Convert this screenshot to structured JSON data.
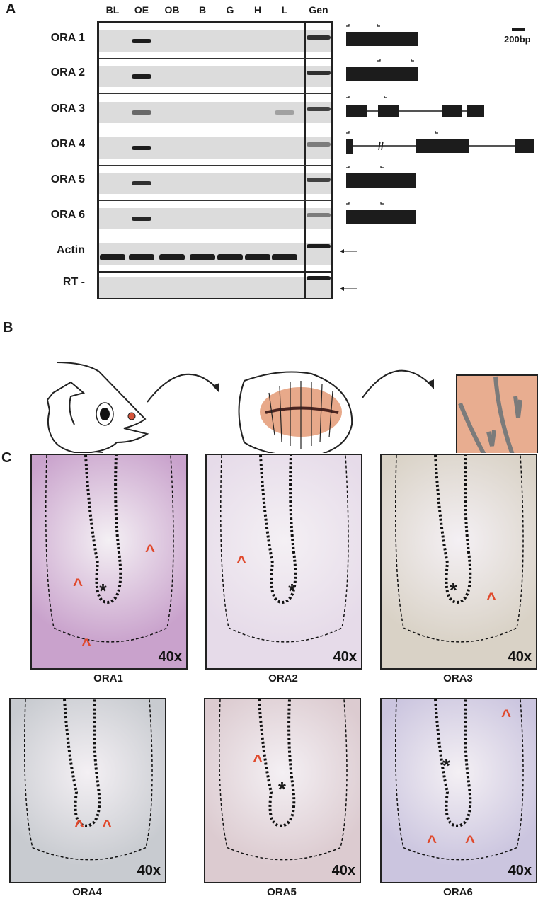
{
  "panels": {
    "a": "A",
    "b": "B",
    "c": "C"
  },
  "gel": {
    "lanes": [
      "BL",
      "OE",
      "OB",
      "B",
      "G",
      "H",
      "L",
      "Gen"
    ],
    "rows": [
      {
        "label": "ORA 1",
        "bands": [
          0,
          1,
          0,
          0,
          0,
          0,
          0,
          0.9
        ]
      },
      {
        "label": "ORA 2",
        "bands": [
          0,
          1,
          0,
          0,
          0,
          0,
          0,
          0.9
        ]
      },
      {
        "label": "ORA 3",
        "bands": [
          0,
          0.6,
          0,
          0,
          0,
          0,
          0.3,
          0.8
        ]
      },
      {
        "label": "ORA 4",
        "bands": [
          0,
          1,
          0,
          0,
          0,
          0,
          0,
          0.5
        ]
      },
      {
        "label": "ORA 5",
        "bands": [
          0,
          0.9,
          0,
          0,
          0,
          0,
          0,
          0.8
        ]
      },
      {
        "label": "ORA 6",
        "bands": [
          0,
          0.95,
          0,
          0,
          0,
          0,
          0,
          0.5
        ]
      },
      {
        "label": "Actin",
        "bands": [
          1,
          1,
          1,
          1,
          1,
          1,
          1,
          1
        ]
      },
      {
        "label": "RT -",
        "bands": [
          0,
          0,
          0,
          0,
          0,
          0,
          0,
          1
        ]
      }
    ],
    "scale_bar": "200bp",
    "arrow_icon": "left-arrow-icon"
  },
  "schematic": {
    "steps": [
      "fish-head-icon",
      "olfactory-rosette-icon",
      "lamella-closeup-icon"
    ],
    "accent": "#e8a98a"
  },
  "micrographs": [
    {
      "label": "ORA1",
      "mag": "40x",
      "tint": "#c9a2cc",
      "asterisk": "*"
    },
    {
      "label": "ORA2",
      "mag": "40x",
      "tint": "#e6dbe9",
      "asterisk": "*"
    },
    {
      "label": "ORA3",
      "mag": "40x",
      "tint": "#d9d2c6",
      "asterisk": "*"
    },
    {
      "label": "ORA4",
      "mag": "40x",
      "tint": "#c8cbd0",
      "asterisk": ""
    },
    {
      "label": "ORA5",
      "mag": "40x",
      "tint": "#dccbd0",
      "asterisk": "*"
    },
    {
      "label": "ORA6",
      "mag": "40x",
      "tint": "#cbc5df",
      "asterisk": "*"
    }
  ],
  "caret_color": "#e0492c"
}
